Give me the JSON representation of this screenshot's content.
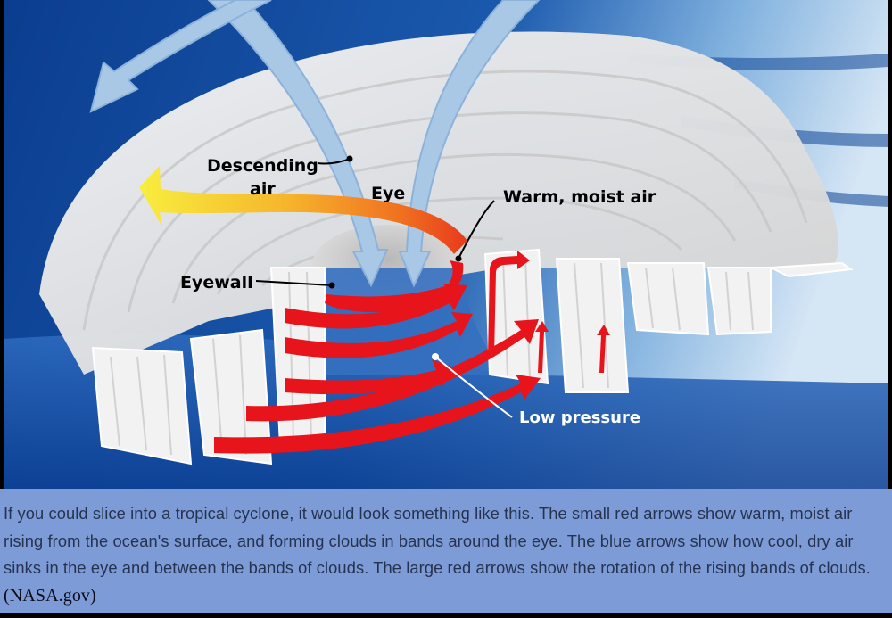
{
  "diagram": {
    "labels": {
      "descending_air_line1": "Descending",
      "descending_air_line2": "air",
      "eye": "Eye",
      "warm_moist_air": "Warm, moist air",
      "eyewall": "Eyewall",
      "low_pressure": "Low pressure"
    },
    "colors": {
      "ocean_dark": "#0c3f93",
      "ocean_light": "#3b78c4",
      "sky_light": "#d8e8f6",
      "cloud": "#ececec",
      "red_arrow": "#e8141b",
      "outflow_yellow": "#f7e23a",
      "outflow_orange": "#f2801f",
      "descending_arrow": "#a9c8e6"
    }
  },
  "caption": {
    "text": "If you could slice into a tropical cyclone, it would look something like this. The small red arrows show warm, moist air rising from the ocean's surface, and forming clouds in bands around the eye. The blue arrows show how cool, dry air sinks in the eye and between the bands of clouds. The large red arrows show the rotation of the rising bands of clouds.",
    "credit": "(NASA.gov)"
  }
}
